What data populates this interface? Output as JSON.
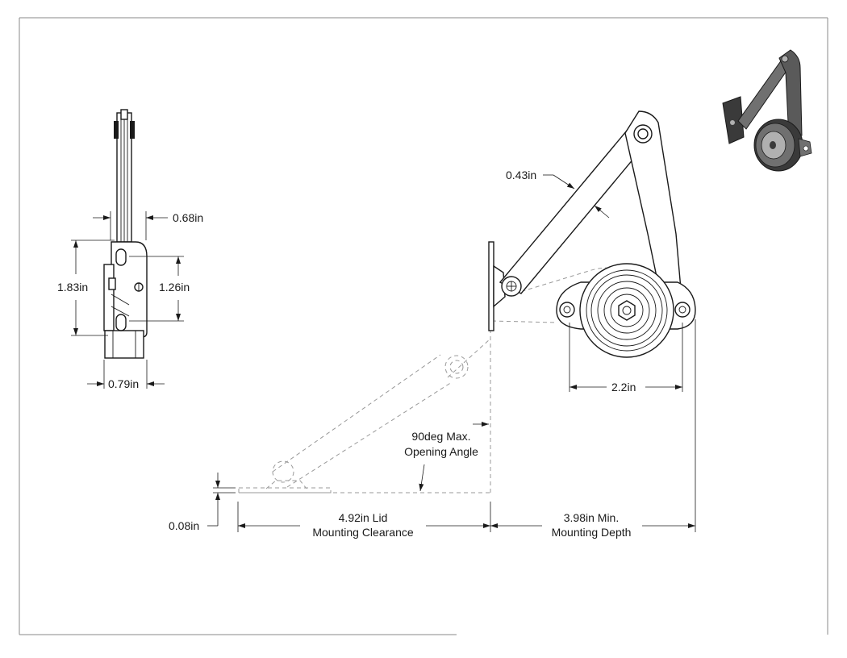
{
  "dimensions": {
    "side_top_width": "0.68in",
    "side_overall_height": "1.83in",
    "side_slot_spacing": "1.26in",
    "side_bottom_width": "0.79in",
    "arm_width": "0.43in",
    "base_hole_spacing": "2.2in",
    "lid_thickness": "0.08in",
    "lid_clearance_line1": "4.92in Lid",
    "lid_clearance_line2": "Mounting Clearance",
    "mounting_depth_line1": "3.98in Min.",
    "mounting_depth_line2": "Mounting Depth",
    "opening_angle_line1": "90deg Max.",
    "opening_angle_line2": "Opening Angle"
  },
  "colors": {
    "line": "#1a1a1a",
    "phantom": "#9a9a9a",
    "frame": "#8a8a8a",
    "iso_dark": "#3a3a3a",
    "iso_mid": "#707070",
    "iso_light": "#b0b0b0"
  }
}
